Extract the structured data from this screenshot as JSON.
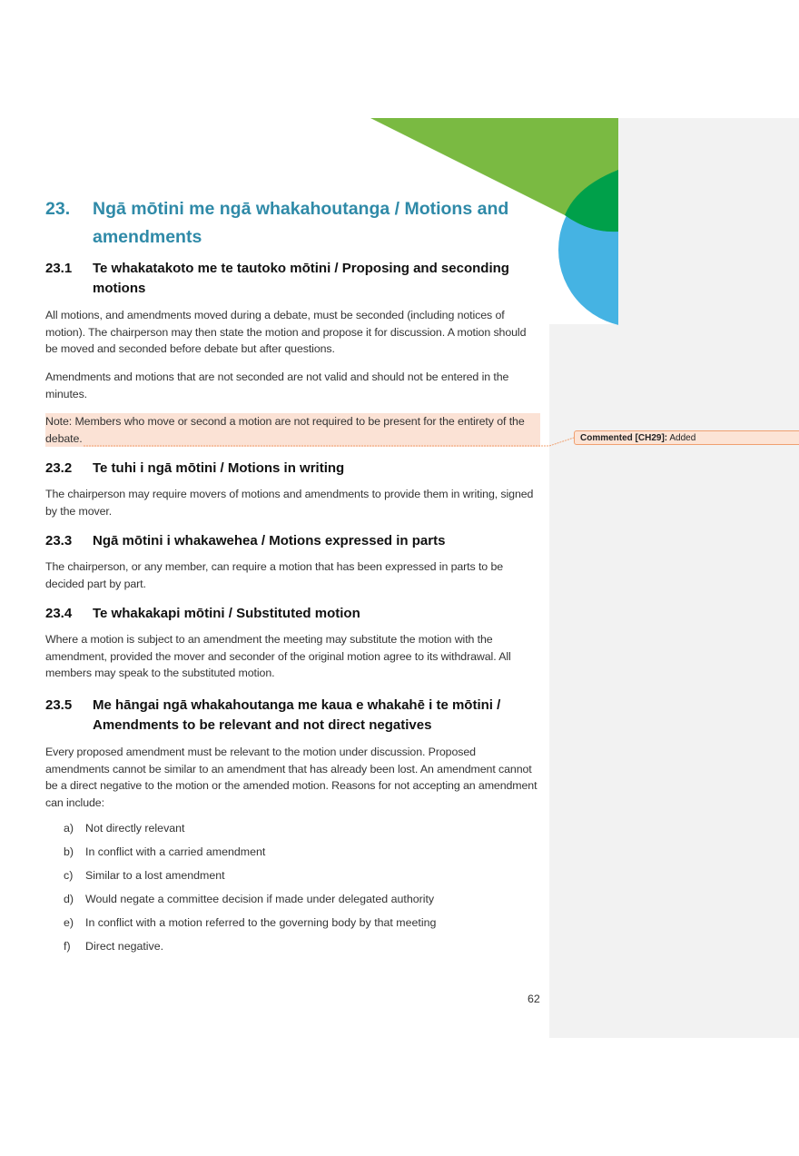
{
  "heading": {
    "number": "23.",
    "title_line1": "Ngā mōtini me ngā whakahoutanga / Motions and",
    "title_line2": "amendments"
  },
  "sections": [
    {
      "number": "23.1",
      "title_line1": "Te whakatakoto me te tautoko mōtini / Proposing and seconding",
      "title_line2": "motions"
    },
    {
      "number": "23.2",
      "title": "Te tuhi i ngā mōtini / Motions in writing"
    },
    {
      "number": "23.3",
      "title": "Ngā mōtini i whakawehea / Motions expressed in parts"
    },
    {
      "number": "23.4",
      "title": "Te whakakapi mōtini / Substituted motion"
    },
    {
      "number": "23.5",
      "title_line1": "Me hāngai ngā whakahoutanga me kaua e whakahē i te mōtini /",
      "title_line2": "Amendments to be relevant and not direct negatives"
    }
  ],
  "paragraphs": {
    "p1": "All motions, and amendments moved during a debate, must be seconded (including notices of motion). The chairperson may then state the motion and propose it for discussion. A motion should be moved and seconded before debate but after questions.",
    "p2": "Amendments and motions that are not seconded are not valid and should not be entered in the minutes.",
    "note": "Note: Members who move or second a motion are not required to be present for the entirety of the debate.",
    "p3": "The chairperson may require movers of motions and amendments to provide them in writing, signed by the mover.",
    "p4": "The chairperson, or any member, can require a motion that has been expressed in parts to be decided part by part.",
    "p5": "Where a motion is subject to an amendment the meeting may substitute the motion with the amendment, provided the mover and seconder of the original motion agree to its withdrawal. All members may speak to the substituted motion.",
    "p6": "Every proposed amendment must be relevant to the motion under discussion. Proposed amendments cannot be similar to an amendment that has already been lost. An amendment cannot be a direct negative to the motion or the amended motion. Reasons for not accepting an amendment can include:"
  },
  "list": [
    {
      "marker": "a)",
      "text": "Not directly relevant"
    },
    {
      "marker": "b)",
      "text": "In conflict with a carried amendment"
    },
    {
      "marker": "c)",
      "text": "Similar to a lost amendment"
    },
    {
      "marker": "d)",
      "text": "Would negate a committee decision if made under delegated authority"
    },
    {
      "marker": "e)",
      "text": "In conflict with a motion referred to the governing body by that meeting"
    },
    {
      "marker": "f)",
      "text": "Direct negative."
    }
  ],
  "page_number": "62",
  "comment": {
    "label": "Commented [CH29]:",
    "text": " Added"
  },
  "colors": {
    "heading": "#2f8aa8",
    "green": "#7aba42",
    "dark_green": "#00a04a",
    "blue": "#45b3e3",
    "comment_fill": "#fce4d6",
    "comment_border": "#f0a070"
  }
}
